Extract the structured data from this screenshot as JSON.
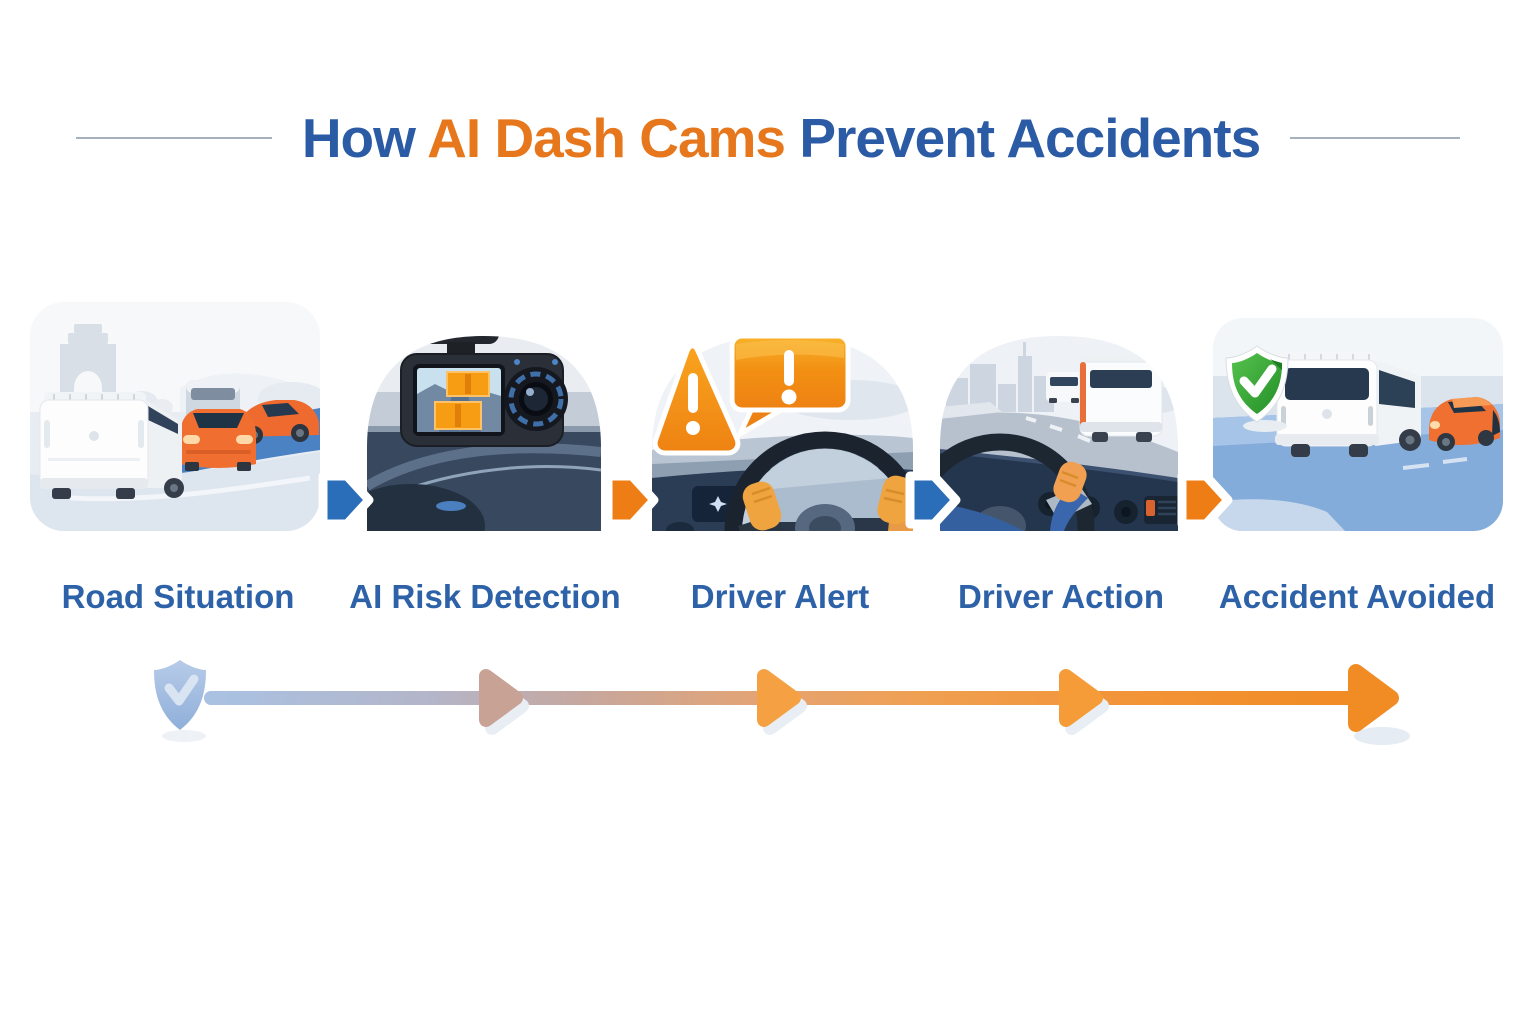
{
  "title": {
    "prefix": "How",
    "highlight": "AI Dash Cams",
    "suffix": "Prevent Accidents"
  },
  "steps": [
    {
      "label": "Road Situation",
      "illustration": "city-traffic-scene"
    },
    {
      "label": "AI Risk Detection",
      "illustration": "ai-dash-cam-device"
    },
    {
      "label": "Driver Alert",
      "illustration": "warning-alert-over-steering-wheel"
    },
    {
      "label": "Driver Action",
      "illustration": "driver-hand-on-wheel-road-view"
    },
    {
      "label": "Accident Avoided",
      "illustration": "shield-check-safe-vehicles"
    }
  ],
  "connectors": [
    {
      "from": 1,
      "to": 2,
      "color": "#2a6db8"
    },
    {
      "from": 2,
      "to": 3,
      "color": "#ee7d16"
    },
    {
      "from": 3,
      "to": 4,
      "color": "#2a6db8"
    },
    {
      "from": 4,
      "to": 5,
      "color": "#ee7d16"
    }
  ],
  "timeline": {
    "start_icon": "shield-check",
    "arrowhead_colors": [
      "#c8a295",
      "#f5a143",
      "#f59c38",
      "#f18b24"
    ],
    "gradient_start": "#a9c2e3",
    "gradient_end": "#f18b24"
  },
  "colors": {
    "title_blue": "#2b5ba5",
    "title_orange": "#e6771c",
    "label_blue": "#2e62a8",
    "connector_blue": "#2a6db8",
    "connector_orange": "#ee7d16",
    "shield_green": "#2f9e33",
    "warning_orange": "#f0931a"
  }
}
